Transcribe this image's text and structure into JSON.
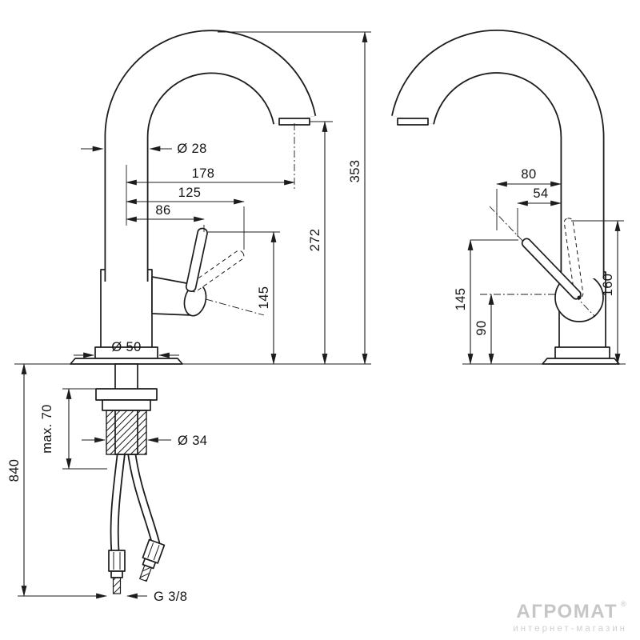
{
  "page": {
    "background": "#ffffff",
    "line_color": "#1c1c1c",
    "watermark_color": "#c6c6c6"
  },
  "drawing": {
    "front_view": {
      "spout_diameter": "Ø 28",
      "spout_reach": "178",
      "reach_mid": "125",
      "reach_handle": "86",
      "spout_height": "272",
      "total_height": "353",
      "handle_height": "145",
      "base_diameter": "Ø 50",
      "max_mounting_thickness": "max. 70",
      "hose_length": "840",
      "hole_diameter": "Ø 34",
      "thread_size": "G 3/8"
    },
    "side_view": {
      "overall_depth": "80",
      "handle_depth": "54",
      "body_height": "160",
      "handle_height": "145",
      "spout_axis_height": "90"
    }
  },
  "watermark": {
    "brand": "АГРОМАТ",
    "reg": "®",
    "tagline": "интернет-магазин"
  }
}
